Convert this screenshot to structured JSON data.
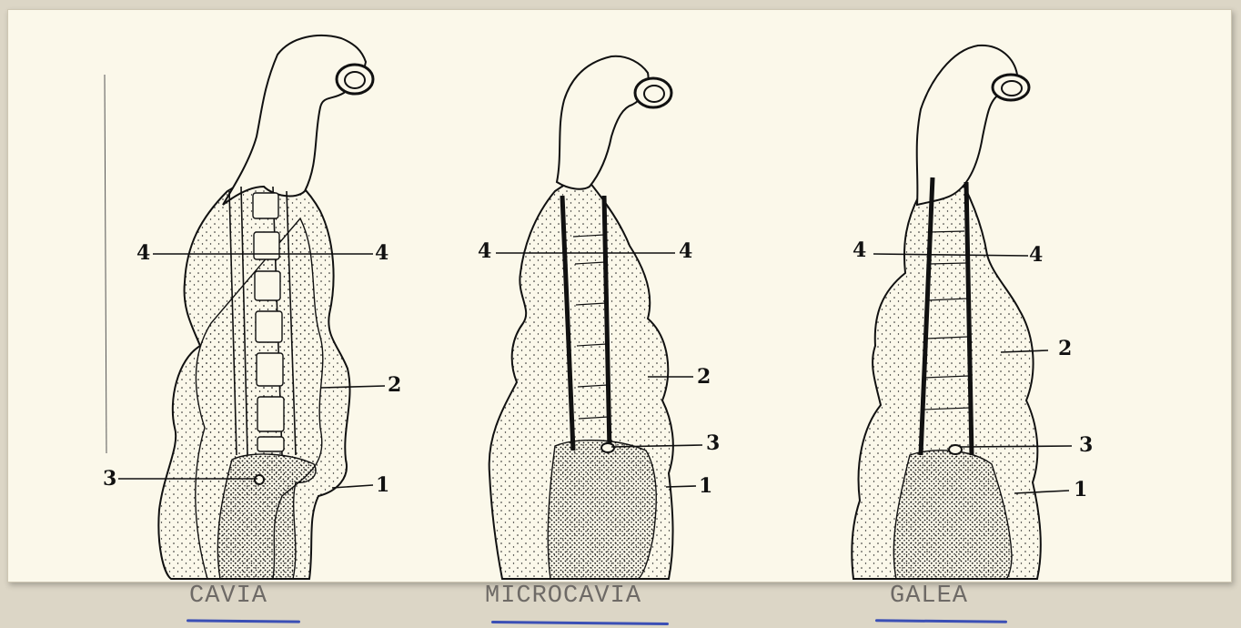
{
  "specimens": [
    {
      "name": "CAVIA",
      "labels": [
        "4",
        "4",
        "2",
        "3",
        "1"
      ]
    },
    {
      "name": "MICROCAVIA",
      "labels": [
        "4",
        "4",
        "2",
        "3",
        "1"
      ]
    },
    {
      "name": "GALEA",
      "labels": [
        "4",
        "4",
        "2",
        "3",
        "1"
      ]
    }
  ],
  "colors": {
    "paper": "#fbf8ea",
    "ink": "#111111",
    "caption": "#6e6a66",
    "underline": "#3b4fb5"
  }
}
